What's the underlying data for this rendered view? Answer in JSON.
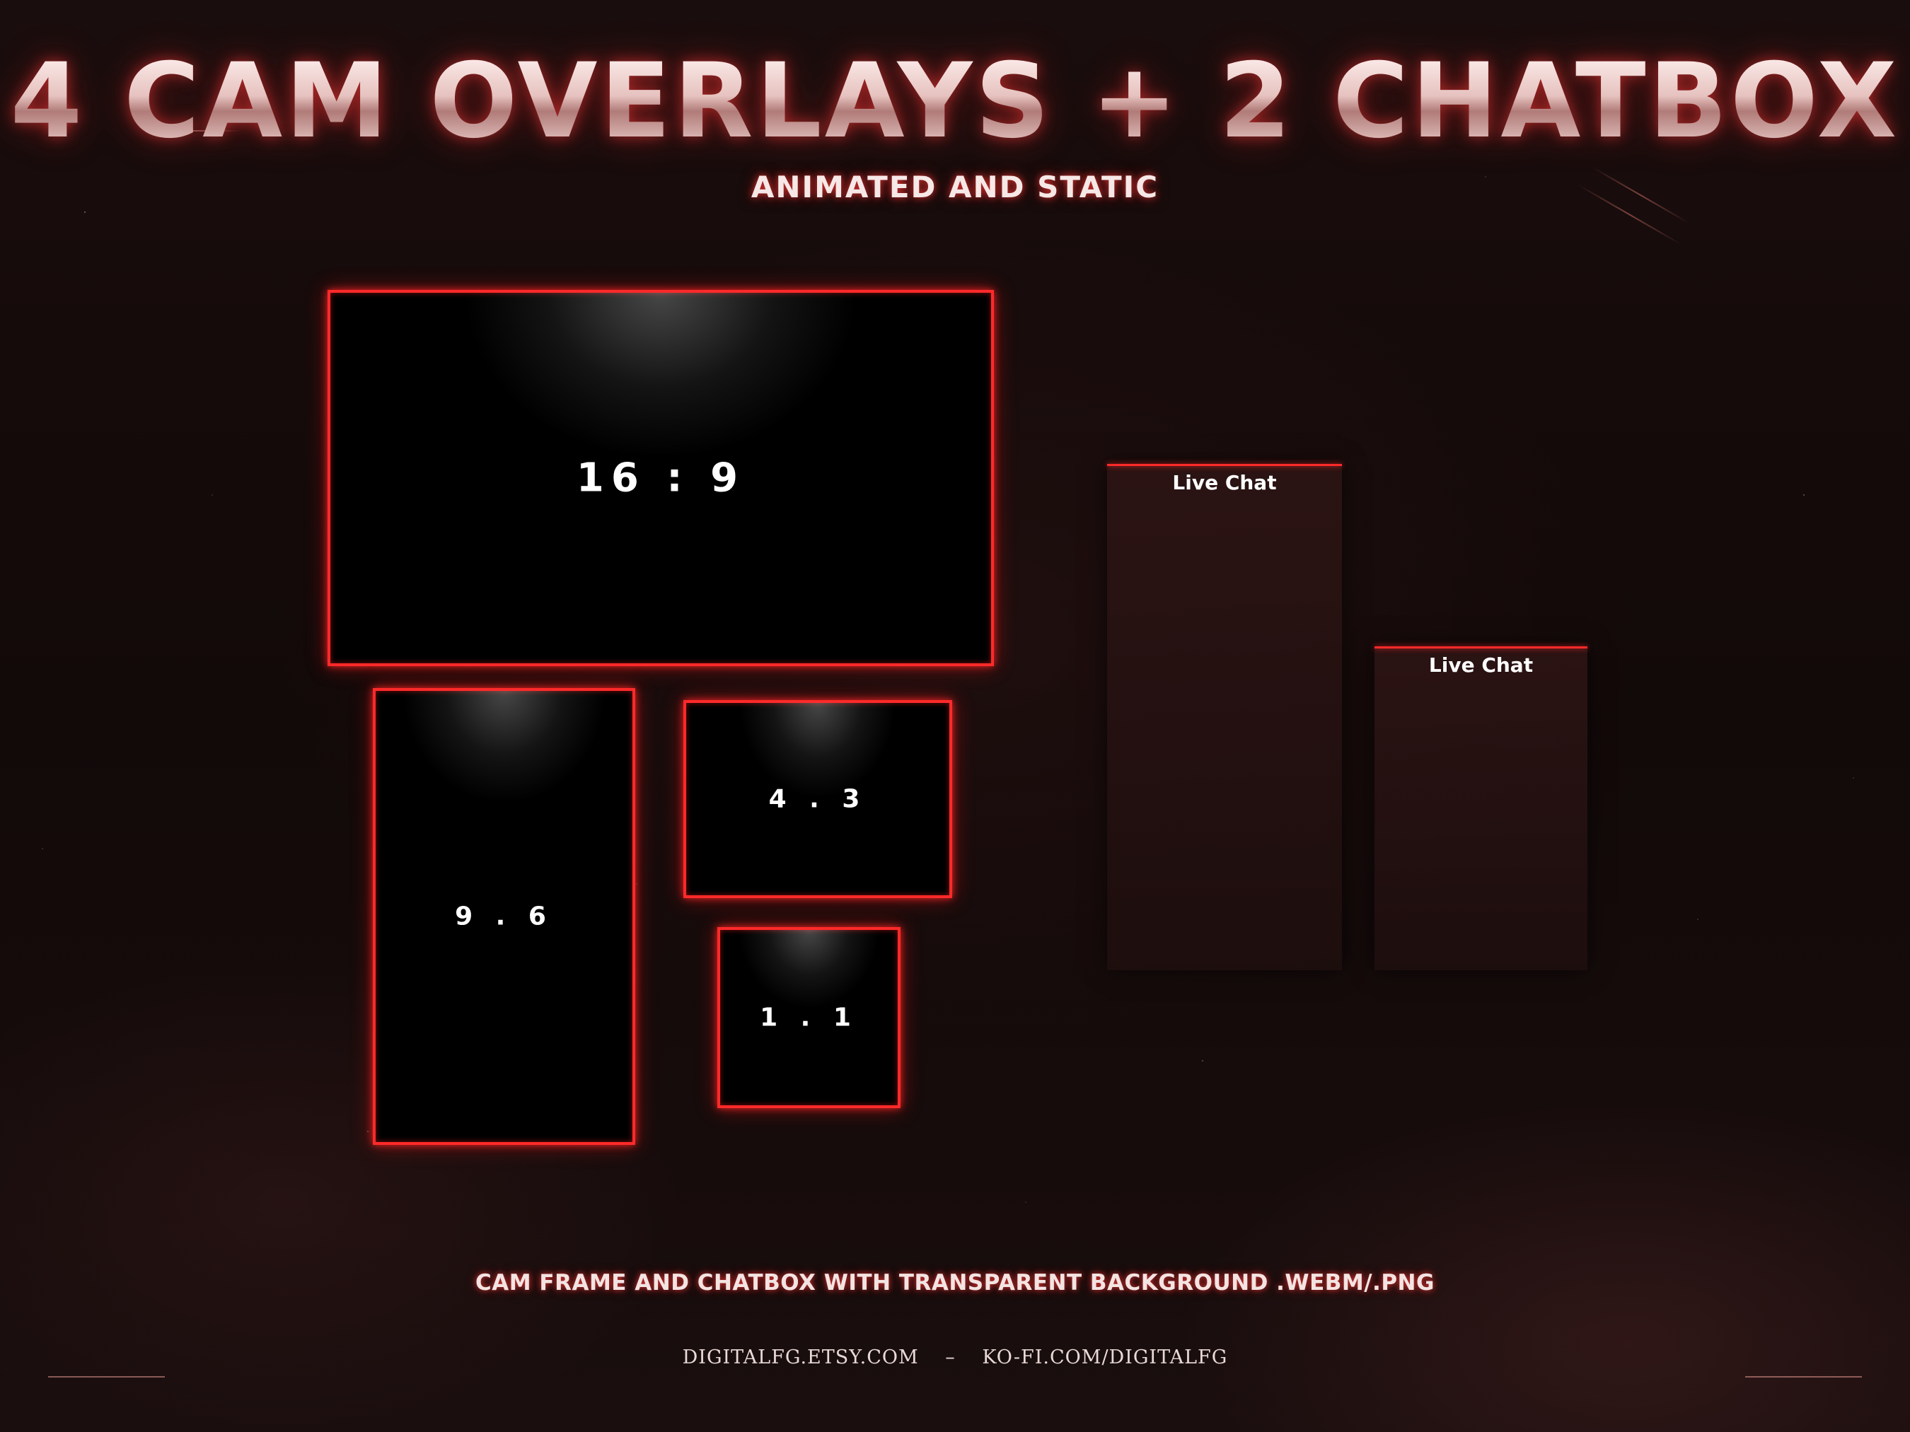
{
  "title": "4 CAM OVERLAYS + 2 CHATBOX",
  "subtitle": "ANIMATED AND STATIC",
  "cams": [
    {
      "label": "16 : 9"
    },
    {
      "label": "9 . 6"
    },
    {
      "label": "4 . 3"
    },
    {
      "label": "1 . 1"
    }
  ],
  "chatboxes": [
    {
      "title": "Live Chat"
    },
    {
      "title": "Live Chat"
    }
  ],
  "footer": {
    "main": "CAM FRAME AND CHATBOX WITH TRANSPARENT BACKGROUND .WEBM/.PNG",
    "link_left": "DIGITALFG.ETSY.COM",
    "separator": "–",
    "link_right": "KO-FI.COM/DIGITALFG"
  },
  "colors": {
    "accent": "#ff2a2a",
    "background": "#150b0b",
    "text": "#ffffff"
  }
}
